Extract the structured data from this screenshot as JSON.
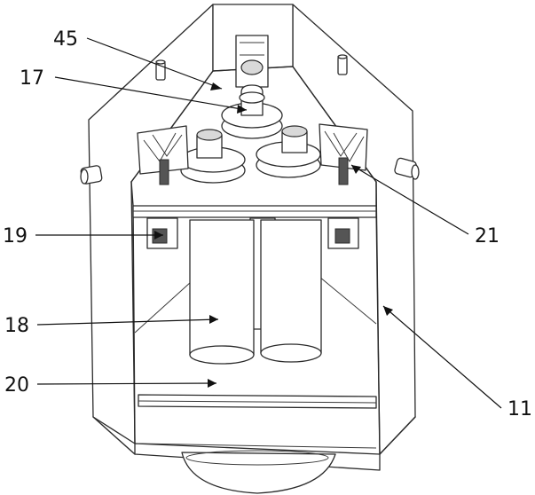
{
  "diagram": {
    "labels": [
      {
        "id": "45",
        "text": "45"
      },
      {
        "id": "17",
        "text": "17"
      },
      {
        "id": "19",
        "text": "19"
      },
      {
        "id": "18",
        "text": "18"
      },
      {
        "id": "20",
        "text": "20"
      },
      {
        "id": "21",
        "text": "21"
      },
      {
        "id": "11",
        "text": "11"
      }
    ],
    "colors": {
      "line": "#2b2b2b",
      "fill": "#ffffff",
      "shade": "#d9d9d9"
    }
  }
}
